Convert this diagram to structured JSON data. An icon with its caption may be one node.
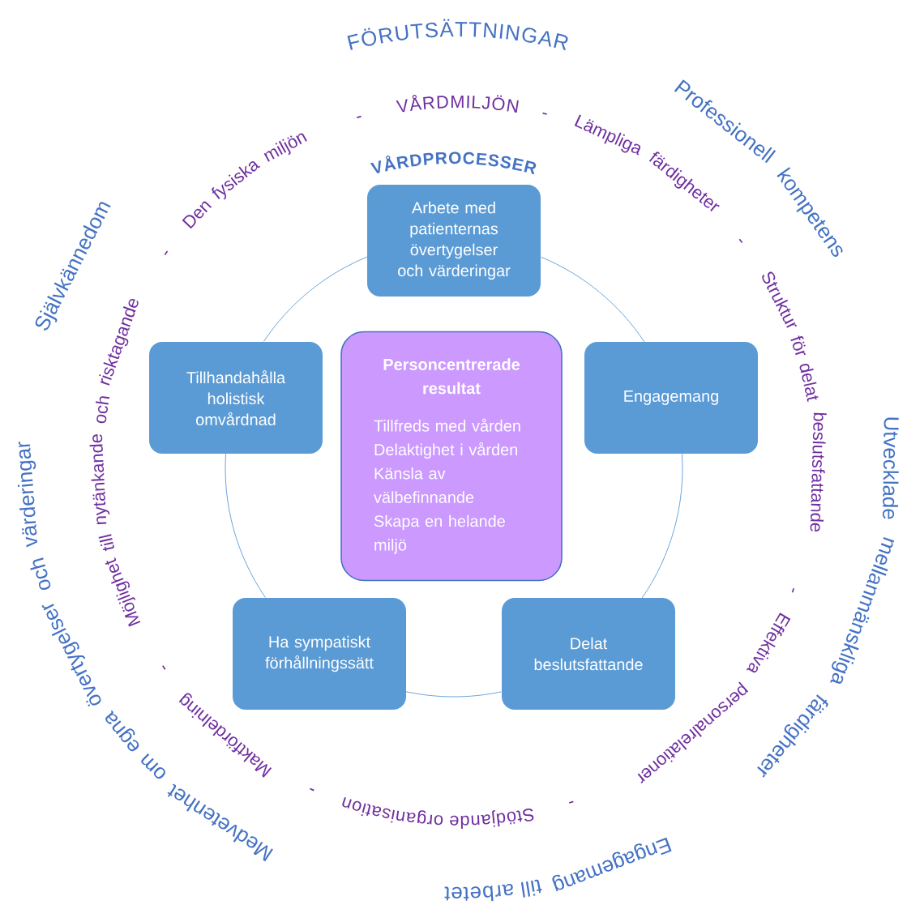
{
  "diagram": {
    "nodes": [
      {
        "text": [
          "Arbete med patienternas övertygelser och värderingar"
        ]
      },
      {
        "text": [
          "Tillhandahålla holistisk omvårdnad"
        ]
      },
      {
        "text": [
          "Personcentrerade resultat",
          "Tillfreds med vården",
          "Delaktighet i vården",
          "Känsla av välbefinnande",
          "Skapa en helande miljö"
        ]
      },
      {
        "text": [
          "Engagemang"
        ]
      },
      {
        "text": [
          "Ha sympatiskt förhållningssätt"
        ]
      },
      {
        "text": [
          "Delat beslutsfattande"
        ]
      }
    ],
    "edges": [
      {
        "from": 0,
        "to": 3,
        "arrow": "none"
      },
      {
        "from": 3,
        "to": 5,
        "arrow": "none"
      },
      {
        "from": 5,
        "to": 4,
        "arrow": "none"
      },
      {
        "from": 4,
        "to": 1,
        "arrow": "none"
      },
      {
        "from": 1,
        "to": 0,
        "arrow": "none"
      }
    ],
    "labels": [
      "FÖRUTSÄTTNINGAR",
      "-",
      "VÅRDMILJÖN",
      "-",
      "Professionell kompetens",
      "Lämpliga färdigheter",
      "Den fysiska miljön",
      "VÅRDPROCESSER",
      "Självkännedom",
      "-",
      "-",
      "Struktur för delat beslutsfattande",
      "Möjlighet till nytänkande och risktagande",
      "Utvecklade mellanmänskliga färdigheter",
      "Medvetenhet om egna övertygelser och värderingar",
      "-",
      "Effektiva personalrelationer",
      "-",
      "Maktfördelning",
      "-",
      "Stödjande organisation",
      "-",
      "Engagemang till arbetet"
    ]
  }
}
